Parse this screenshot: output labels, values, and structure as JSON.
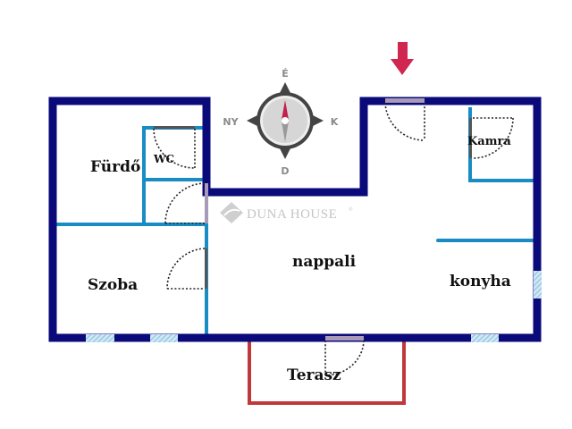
{
  "rooms": {
    "furdo": "Fürdő",
    "wc": "WC",
    "szoba": "Szoba",
    "nappali": "nappali",
    "konyha": "konyha",
    "kamra": "Kamra",
    "terasz": "Terasz"
  },
  "compass": {
    "north": "É",
    "south": "D",
    "west": "NY",
    "east": "K"
  },
  "watermark": "DUNA HOUSE",
  "watermark_mark": "®",
  "colors": {
    "outer_wall": "#0a0a7a",
    "inner_wall": "#1a8cc4",
    "terrace": "#c0383a",
    "entrance_arrow": "#d0264f",
    "window": "#8fc6e6",
    "door_frame": "#a89ab8"
  },
  "icons": {
    "entrance": "arrow-down-icon",
    "compass": "compass-icon",
    "logo": "duna-house-logo"
  }
}
